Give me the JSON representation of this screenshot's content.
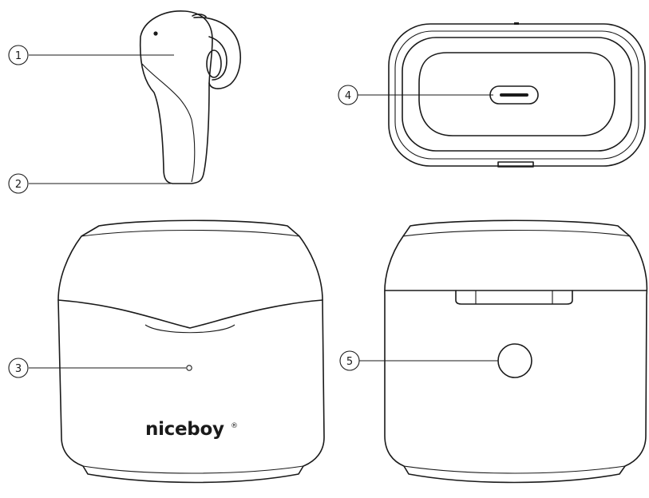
{
  "callouts": [
    {
      "number": "1"
    },
    {
      "number": "2"
    },
    {
      "number": "3"
    },
    {
      "number": "4"
    },
    {
      "number": "5"
    }
  ],
  "brand": {
    "logo_text": "niceboy",
    "registered_mark": "®"
  }
}
